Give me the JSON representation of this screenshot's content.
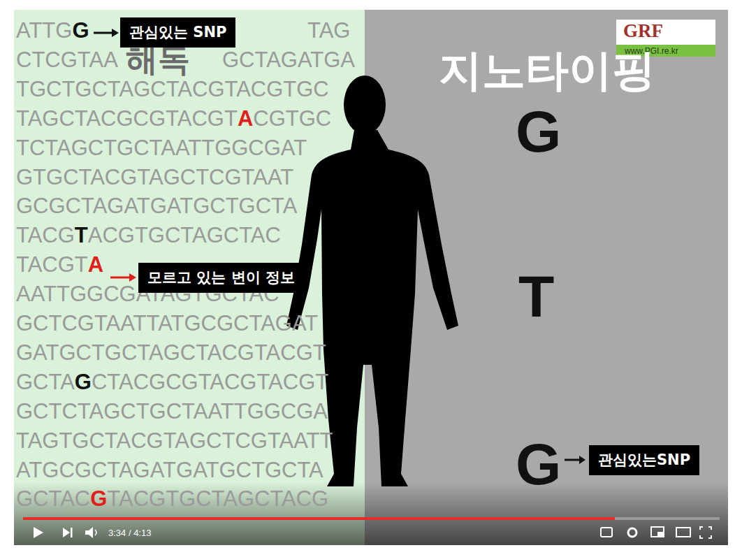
{
  "diagram": {
    "nodes": [
      {
        "text": [
          "관심있는 SNP"
        ]
      },
      {
        "text": [
          "모르고 있는 변이 정보"
        ]
      },
      {
        "text": [
          "관심있는SNP"
        ]
      }
    ],
    "labels": [
      "GRF",
      "www.PGI.re.kr",
      "해독",
      "ATTG",
      "G",
      "TAG",
      "CTCGTAA",
      "GCTAGATGA",
      "TGCTGCTAGCTACGTACGTGC",
      "TAGCTACGCGTACGT",
      "A",
      "CGTGC",
      "TCTAGCTGCTAATTGGCGAT",
      "GTGCTACGTAGCTCGTAAT",
      "GCGCTAGATGATGCTGCTA",
      "TACG",
      "T",
      "ACGTGCTAGCTAC",
      "TACGT",
      "A",
      "AATTGGCGATAGTGCTAC",
      "GCTCGTAATTATGCGCTAGAT",
      "GATGCTGCTAGCTACGTACGT",
      "GCTA",
      "G",
      "CTACGCGTACGTACGT",
      "GCTCTAGCTGCTAATTGGCGA",
      "TAGTGCTACGTAGCTCGTAATT",
      "ATGCGCTAGATGATGCTGCTA",
      "GCTAC",
      "G",
      "TACGTGCTAGCTACG",
      "지노타이핑",
      "G",
      "T",
      "G",
      "3:34 / 4:13"
    ]
  }
}
